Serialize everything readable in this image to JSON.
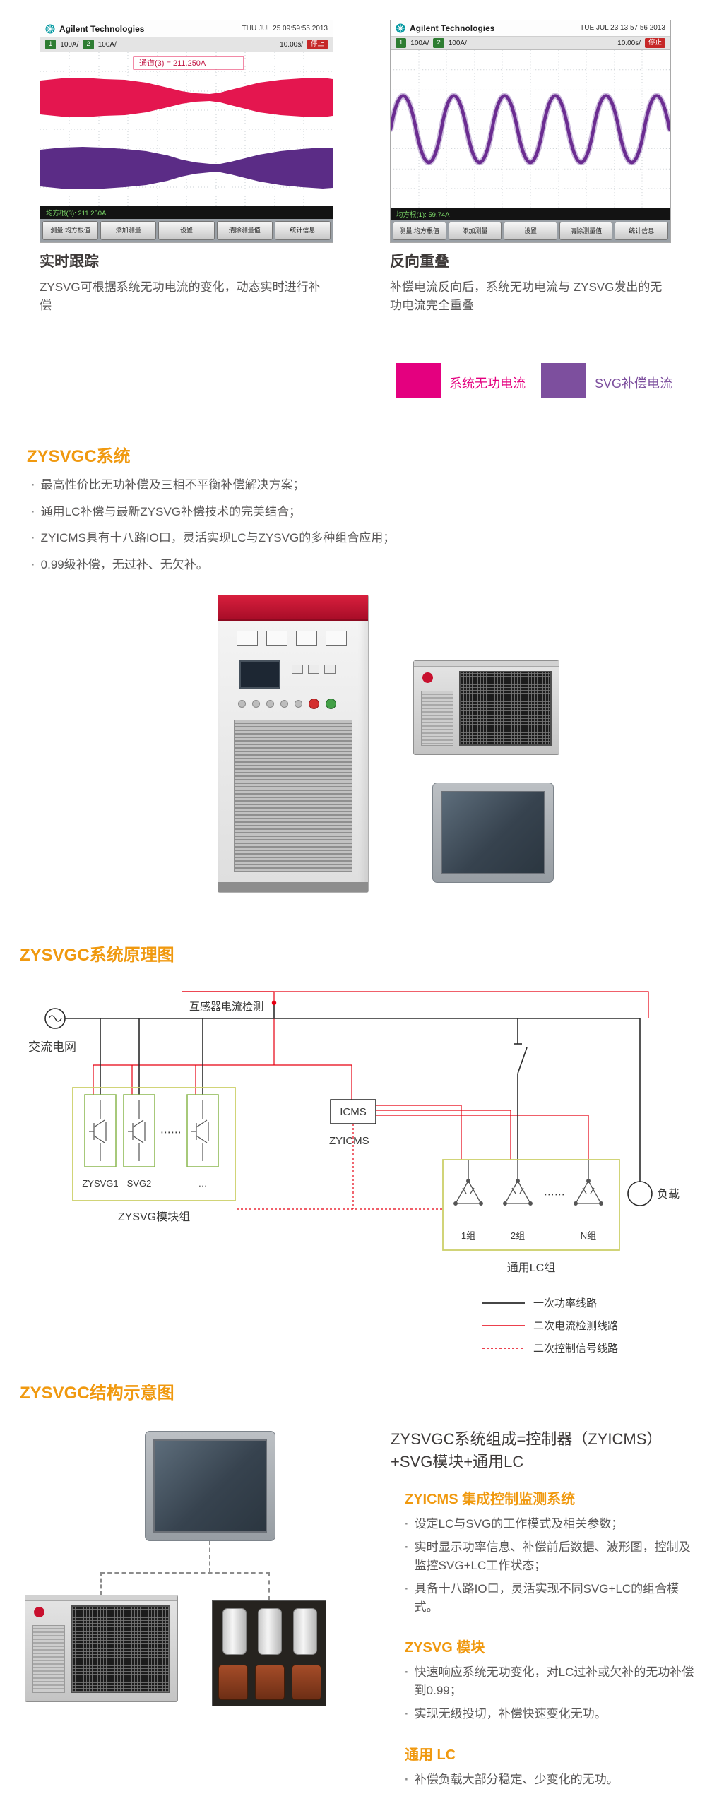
{
  "colors": {
    "accent_orange": "#f0990f",
    "magenta": "#e4007f",
    "purple": "#7d4f9e",
    "wave_red": "#e4164f",
    "wave_purple": "#5b2c86"
  },
  "scope_left": {
    "brand": "Agilent Technologies",
    "timestamp": "THU JUL 25 09:59:55 2013",
    "ch1": "1",
    "ch1_scale": "100A/",
    "ch2": "2",
    "ch2_scale": "100A/",
    "timebase": "10.00s/",
    "run_state": "停止",
    "annotation": "通道(3) = 211.250A",
    "status": "均方根(3): 211.250A",
    "softkeys": [
      "测量:均方根值",
      "添加测量",
      "设置",
      "清除测量值",
      "统计信息"
    ],
    "caption": "实时跟踪",
    "description": "ZYSVG可根据系统无功电流的变化，动态实时进行补偿"
  },
  "scope_right": {
    "brand": "Agilent Technologies",
    "timestamp": "TUE JUL 23 13:57:56 2013",
    "ch1": "1",
    "ch1_scale": "100A/",
    "ch2": "2",
    "ch2_scale": "100A/",
    "timebase": "10.00s/",
    "run_state": "停止",
    "status": "均方根(1): 59.74A",
    "softkeys": [
      "测量:均方根值",
      "添加测量",
      "设置",
      "清除测量值",
      "统计信息"
    ],
    "caption": "反向重叠",
    "description": "补偿电流反向后，系统无功电流与 ZYSVG发出的无功电流完全重叠"
  },
  "legend": {
    "sys_label": "系统无功电流",
    "svg_label": "SVG补偿电流"
  },
  "system_section": {
    "title": "ZYSVGC系统",
    "bullets": [
      "最高性价比无功补偿及三相不平衡补偿解决方案；",
      "通用LC补偿与最新ZYSVG补偿技术的完美结合；",
      "ZYICMS具有十八路IO口，灵活实现LC与ZYSVG的多种组合应用；",
      "0.99级补偿，无过补、无欠补。"
    ]
  },
  "schematic": {
    "title": "ZYSVGC系统原理图",
    "grid_label": "交流电网",
    "ct_label": "互感器电流检测",
    "module1": "ZYSVG1",
    "module2": "SVG2",
    "module_more": "…",
    "module_dots": "⋯⋯",
    "module_group": "ZYSVG模块组",
    "icms_box": "ICMS",
    "icms_label": "ZYICMS",
    "lc1": "1组",
    "lc2": "2组",
    "lc_dots": "⋯⋯",
    "lcn": "N组",
    "lc_group": "通用LC组",
    "load": "负载",
    "legend1": "一次功率线路",
    "legend2": "二次电流检测线路",
    "legend3": "二次控制信号线路"
  },
  "structure": {
    "title": "ZYSVGC结构示意图",
    "composition_line1": "ZYSVGC系统组成=控制器（ZYICMS）",
    "composition_line2": "+SVG模块+通用LC",
    "icms_title": "ZYICMS 集成控制监测系统",
    "icms_bullets": [
      "设定LC与SVG的工作模式及相关参数；",
      "实时显示功率信息、补偿前后数据、波形图，控制及监控SVG+LC工作状态；",
      "具备十八路IO口，灵活实现不同SVG+LC的组合模式。"
    ],
    "svg_title": "ZYSVG 模块",
    "svg_bullets": [
      "快速响应系统无功变化，对LC过补或欠补的无功补偿到0.99；",
      "实现无级投切，补偿快速变化无功。"
    ],
    "lc_title": "通用 LC",
    "lc_bullets": [
      "补偿负载大部分稳定、少变化的无功。"
    ]
  }
}
